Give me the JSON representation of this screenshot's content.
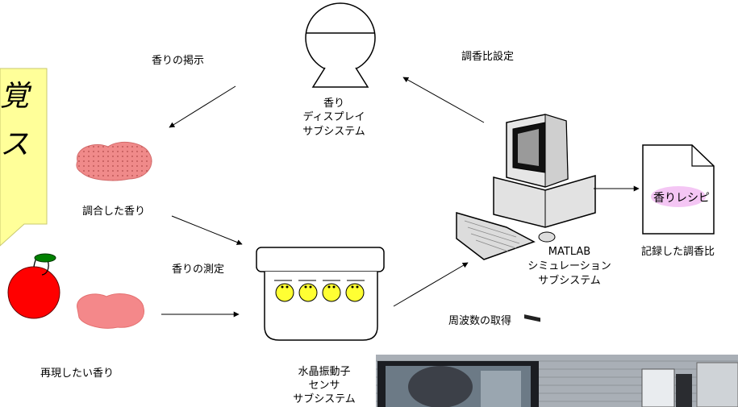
{
  "callout": {
    "line1": "覚",
    "line2": "ス"
  },
  "labels": {
    "presentation": "香りの掲示",
    "blended_scent": "調合した香り",
    "measurement": "香りの測定",
    "target_scent": "再現したい香り",
    "ratio_setting": "調香比設定",
    "frequency_acquisition": "周波数の取得",
    "recorded_ratio": "記録した調香比"
  },
  "display_subsystem": {
    "line1": "香り",
    "line2": "ディスプレイ",
    "line3": "サブシステム"
  },
  "sensor_subsystem": {
    "line1": "水晶振動子",
    "line2": "センサ",
    "line3": "サブシステム"
  },
  "matlab_subsystem": {
    "line1": "MATLAB",
    "line2": "シミュレーション",
    "line3": "サブシステム"
  },
  "recipe_document": {
    "label": "香りレシピ"
  },
  "colors": {
    "callout_fill": "#ffff99",
    "blended_scent_fill": "#f08a8a",
    "target_scent_fill": "#f4888a",
    "apple_red": "#ff0000",
    "leaf_green": "#008000",
    "sensor_bulb": "#ffff33",
    "recipe_bubble": "#f4c6f4"
  },
  "icons": [
    "scent-display-icon",
    "computer-icon",
    "sensor-array-icon",
    "document-icon",
    "apple-icon",
    "scent-cloud-icon",
    "photo-inset"
  ]
}
